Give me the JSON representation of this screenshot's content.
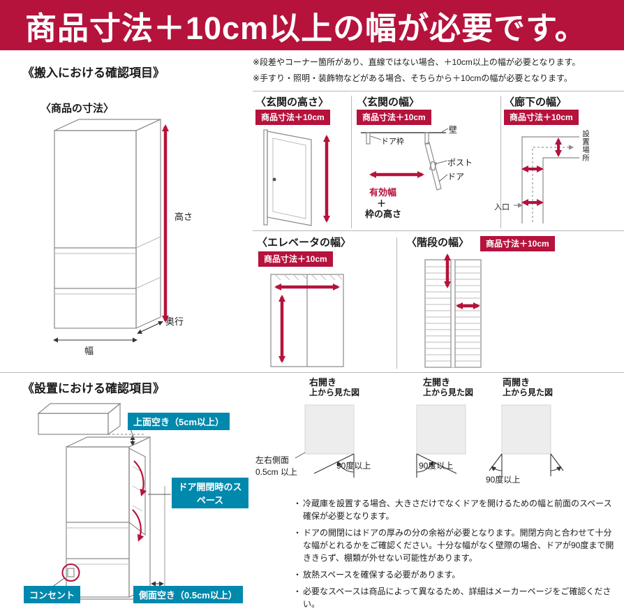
{
  "colors": {
    "accent_red": "#b5123c",
    "label_blue": "#0088ad"
  },
  "banner": {
    "title": "商品寸法＋10cm以上の幅が必要です。"
  },
  "carry_in": {
    "section_title": "《搬入における確認項目》",
    "notes": [
      "※段差やコーナー箇所があり、直線ではない場合、＋10cm以上の幅が必要となります。",
      "※手すり・照明・装飾物などがある場合、そちらから＋10cmの幅が必要となります。"
    ],
    "badge": "商品寸法＋10cm",
    "product": {
      "title": "〈商品の寸法〉",
      "height": "高さ",
      "depth": "奥行",
      "width": "幅"
    },
    "entrance_height": {
      "title": "〈玄関の高さ〉"
    },
    "entrance_width": {
      "title": "〈玄関の幅〉",
      "wall": "壁",
      "door_frame": "ドア枠",
      "post": "ポスト",
      "door": "ドア",
      "effective_width": "有効幅",
      "plus": "＋",
      "frame_height": "枠の高さ"
    },
    "hallway": {
      "title": "〈廊下の幅〉",
      "place": "設置場所",
      "entry": "入口"
    },
    "elevator": {
      "title": "〈エレベータの幅〉"
    },
    "stairs": {
      "title": "〈階段の幅〉"
    }
  },
  "installation": {
    "section_title": "《設置における確認項目》",
    "labels": {
      "top_space": "上面空き（5cm以上）",
      "door_space": "ドア開閉時のスペース",
      "outlet": "コンセント",
      "side_space": "側面空き（0.5cm以上）"
    },
    "top_views": [
      {
        "title": "右開き",
        "subtitle": "上から見た図",
        "angle": "90度以上"
      },
      {
        "title": "左開き",
        "subtitle": "上から見た図",
        "angle": "90度以上"
      },
      {
        "title": "両開き",
        "subtitle": "上から見た図",
        "angle": "90度以上"
      }
    ],
    "side_note": {
      "line1": "左右側面",
      "line2": "0.5cm 以上"
    },
    "bullet_marker": "・",
    "bullets": [
      "冷蔵庫を設置する場合、大きさだけでなくドアを開けるための幅と前面のスペース確保が必要となります。",
      "ドアの開閉にはドアの厚みの分の余裕が必要となります。開閉方向と合わせて十分な幅がとれるかをご確認ください。十分な幅がなく壁際の場合、ドアが90度まで開ききらず、棚類が外せない可能性があります。",
      "放熱スペースを確保する必要があります。",
      "必要なスペースは商品によって異なるため、詳細はメーカーページをご確認ください。"
    ]
  }
}
